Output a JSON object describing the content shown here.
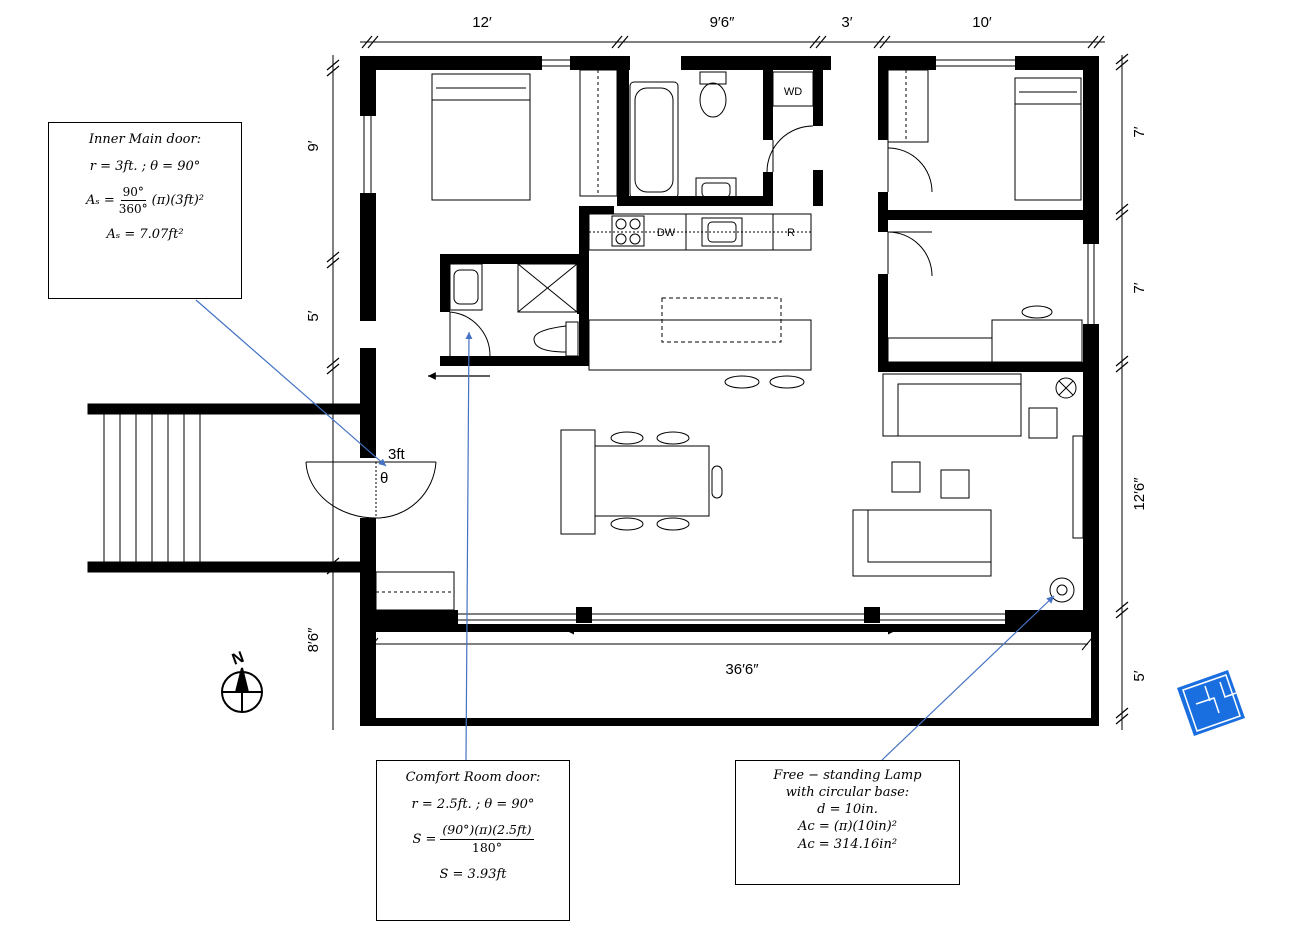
{
  "dimensions": {
    "top": [
      "12′",
      "9′6″",
      "3′",
      "10′"
    ],
    "left": [
      "9′",
      "5′",
      "8′6″"
    ],
    "right": [
      "7′",
      "7′",
      "12′6″",
      "5′"
    ],
    "bottom_width": "36′6″",
    "door_radius": "3ft",
    "door_angle_symbol": "θ"
  },
  "fixture_labels": {
    "washer_dryer": "WD",
    "dishwasher": "DW",
    "refrigerator": "R"
  },
  "compass_label": "N",
  "notes": {
    "main_door": {
      "title": "Inner Main door:",
      "line1": "r = 3ft. ; θ = 90°",
      "line2_lhs": "Aₛ =",
      "line2_num": "90°",
      "line2_den": "360°",
      "line2_rhs": "(π)(3ft)²",
      "line3": "Aₛ = 7.07ft²"
    },
    "comfort_room_door": {
      "title": "Comfort Room door:",
      "line1": "r = 2.5ft. ; θ = 90°",
      "line2_lhs": "S =",
      "line2_num": "(90°)(π)(2.5ft)",
      "line2_den": "180°",
      "line3": "S = 3.93ft"
    },
    "lamp": {
      "title": "Free − standing Lamp",
      "line1": "with circular base:",
      "line2": "d = 10in.",
      "line3": "Aᴄ = (π)(10in)²",
      "line4": "Aᴄ = 314.16in²"
    }
  }
}
